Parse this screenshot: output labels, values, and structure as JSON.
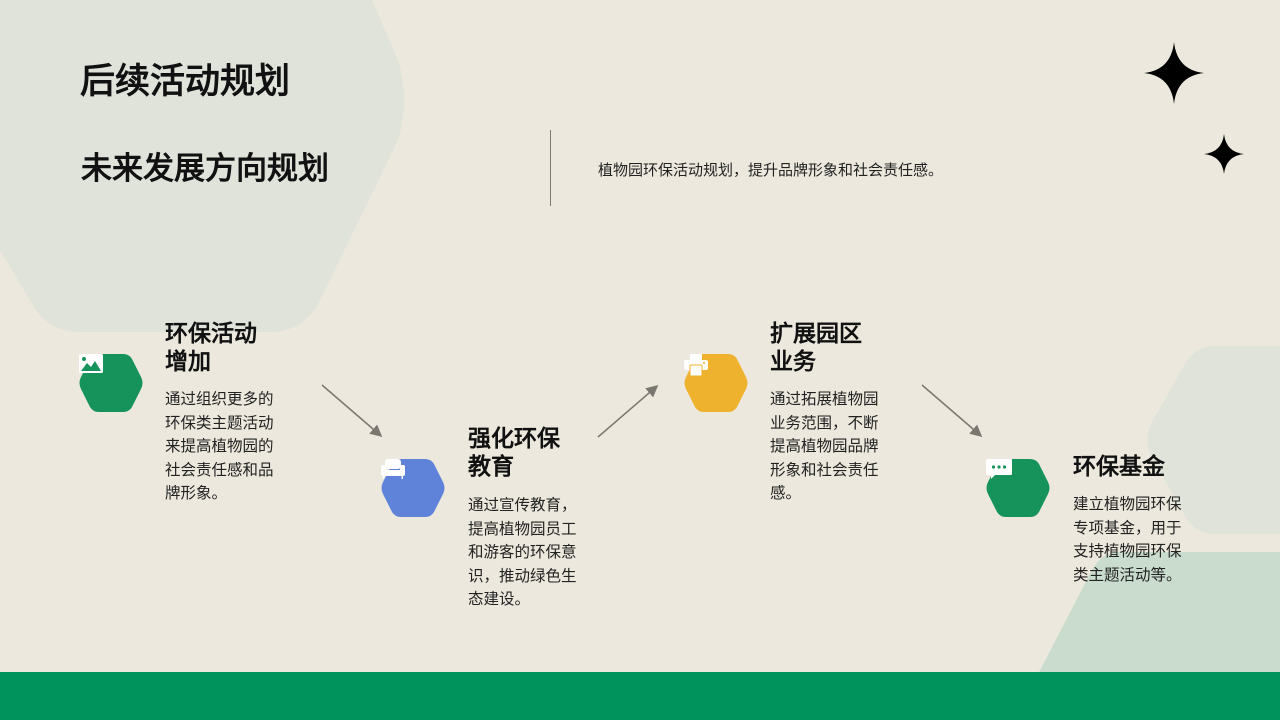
{
  "slide": {
    "title": "后续活动规划",
    "subtitle": "未来发展方向规划",
    "intro": "植物园环保活动规划，提升品牌形象和社会责任感。"
  },
  "colors": {
    "background": "#ece8dd",
    "shape_light": "#dfe3d9",
    "shape_mid": "#c9dccd",
    "band": "#00945c",
    "green": "#16925b",
    "blue": "#5f83d9",
    "yellow": "#efb22f",
    "arrow": "#7a7770"
  },
  "steps": [
    {
      "title": "环保活动增加",
      "title_lines": [
        "环保活动",
        "增加"
      ],
      "description": "通过组织更多的环保类主题活动来提高植物园的社会责任感和品牌形象。",
      "icon": "image-icon",
      "color": "#16925b"
    },
    {
      "title": "强化环保教育",
      "title_lines": [
        "强化环保",
        "教育"
      ],
      "description": "通过宣传教育，提高植物园员工和游客的环保意识，推动绿色生态建设。",
      "icon": "sofa-icon",
      "color": "#5f83d9"
    },
    {
      "title": "扩展园区业务",
      "title_lines": [
        "扩展园区",
        "业务"
      ],
      "description": "通过拓展植物园业务范围，不断提高植物园品牌形象和社会责任感。",
      "icon": "printer-icon",
      "color": "#efb22f"
    },
    {
      "title": "环保基金",
      "title_lines": [
        "环保基金"
      ],
      "description": "建立植物园环保专项基金，用于支持植物园环保类主题活动等。",
      "icon": "chat-bubble-icon",
      "color": "#16925b"
    }
  ],
  "decorations": [
    "sparkle-star-large",
    "sparkle-star-small"
  ]
}
